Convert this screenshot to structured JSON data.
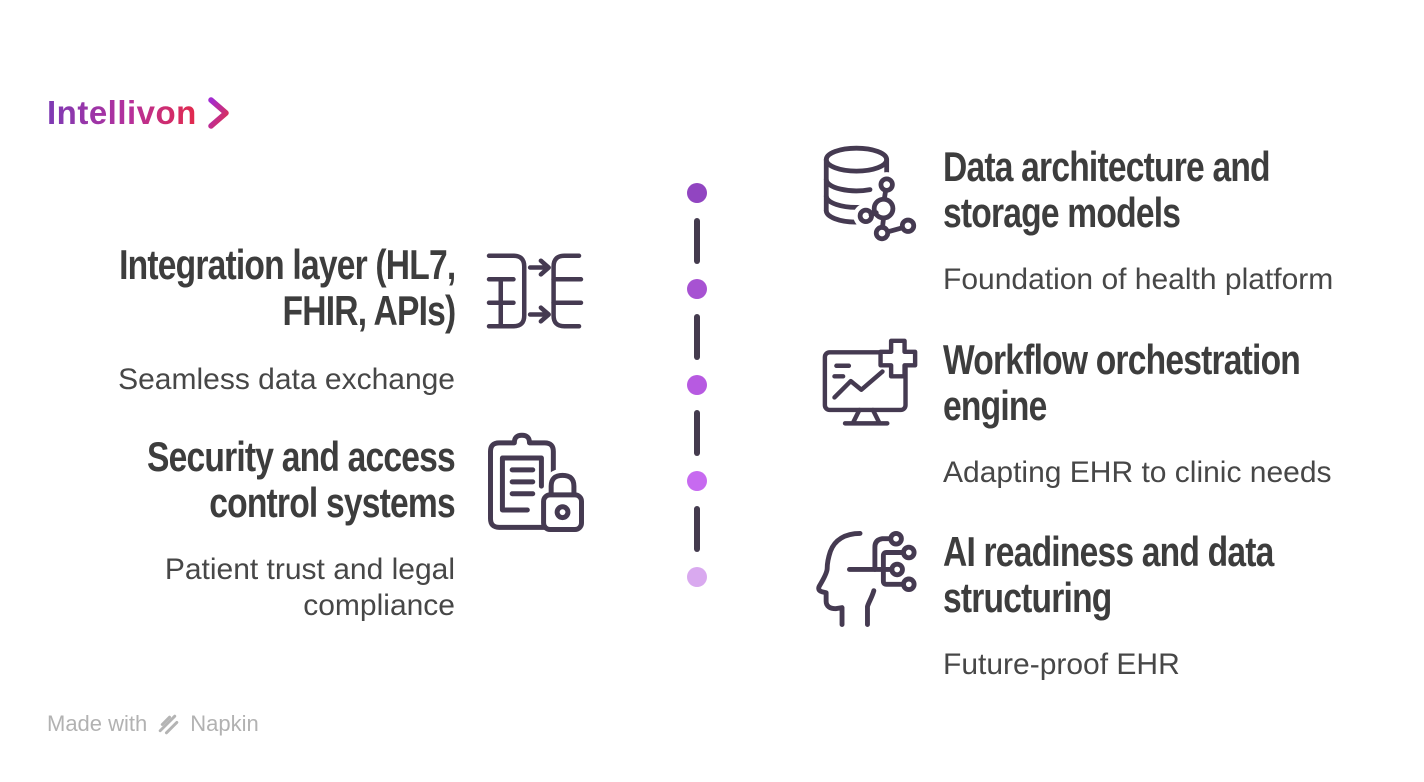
{
  "brand": {
    "name": "Intellivon",
    "chevron_icon": "chevron-right-icon"
  },
  "left_items": [
    {
      "icon": "data-mapping-icon",
      "title_lines": [
        "Integration layer (HL7,",
        "FHIR, APIs)"
      ],
      "subtitle_lines": [
        "Seamless data exchange"
      ]
    },
    {
      "icon": "clipboard-lock-icon",
      "title_lines": [
        "Security and access",
        "control systems"
      ],
      "subtitle_lines": [
        "Patient trust and legal",
        "compliance"
      ]
    }
  ],
  "right_items": [
    {
      "icon": "database-network-icon",
      "title_lines": [
        "Data architecture and",
        "storage models"
      ],
      "subtitle_lines": [
        "Foundation of health platform"
      ]
    },
    {
      "icon": "monitor-health-icon",
      "title_lines": [
        "Workflow orchestration",
        "engine"
      ],
      "subtitle_lines": [
        "Adapting EHR to clinic needs"
      ]
    },
    {
      "icon": "ai-head-circuit-icon",
      "title_lines": [
        "AI readiness and data",
        "structuring"
      ],
      "subtitle_lines": [
        "Future-proof EHR"
      ]
    }
  ],
  "timeline": {
    "dot_colors": [
      "#9145c1",
      "#a752d2",
      "#b75ae1",
      "#c76af0",
      "#d9a9ef"
    ],
    "line_color": "#443b4e"
  },
  "footer": {
    "made_with": "Made with",
    "brand": "Napkin",
    "icon": "napkin-logo-icon"
  },
  "colors": {
    "background": "#ffffff",
    "title_text": "#3d3d3d",
    "subtitle_text": "#474747",
    "icon_stroke": "#453a51",
    "logo_gradient_start": "#7d3bb4",
    "logo_gradient_mid": "#b5309c",
    "logo_gradient_end": "#e32a4b",
    "footer_text": "#b2b2b2"
  }
}
